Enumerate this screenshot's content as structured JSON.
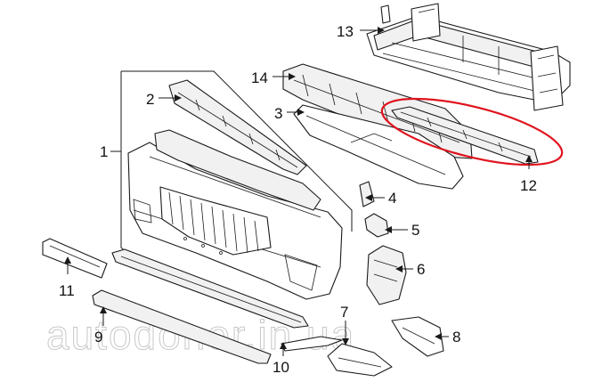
{
  "diagram": {
    "callouts": [
      {
        "id": "1",
        "text": "1"
      },
      {
        "id": "2",
        "text": "2"
      },
      {
        "id": "3",
        "text": "3"
      },
      {
        "id": "4",
        "text": "4"
      },
      {
        "id": "5",
        "text": "5"
      },
      {
        "id": "6",
        "text": "6"
      },
      {
        "id": "7",
        "text": "7"
      },
      {
        "id": "8",
        "text": "8"
      },
      {
        "id": "9",
        "text": "9"
      },
      {
        "id": "10",
        "text": "10"
      },
      {
        "id": "11",
        "text": "11"
      },
      {
        "id": "12",
        "text": "12"
      },
      {
        "id": "13",
        "text": "13"
      },
      {
        "id": "14",
        "text": "14"
      }
    ],
    "highlight_color": "#e0141e",
    "highlighted_part": "12"
  },
  "watermark": {
    "text": "autodonor.in.ua"
  }
}
